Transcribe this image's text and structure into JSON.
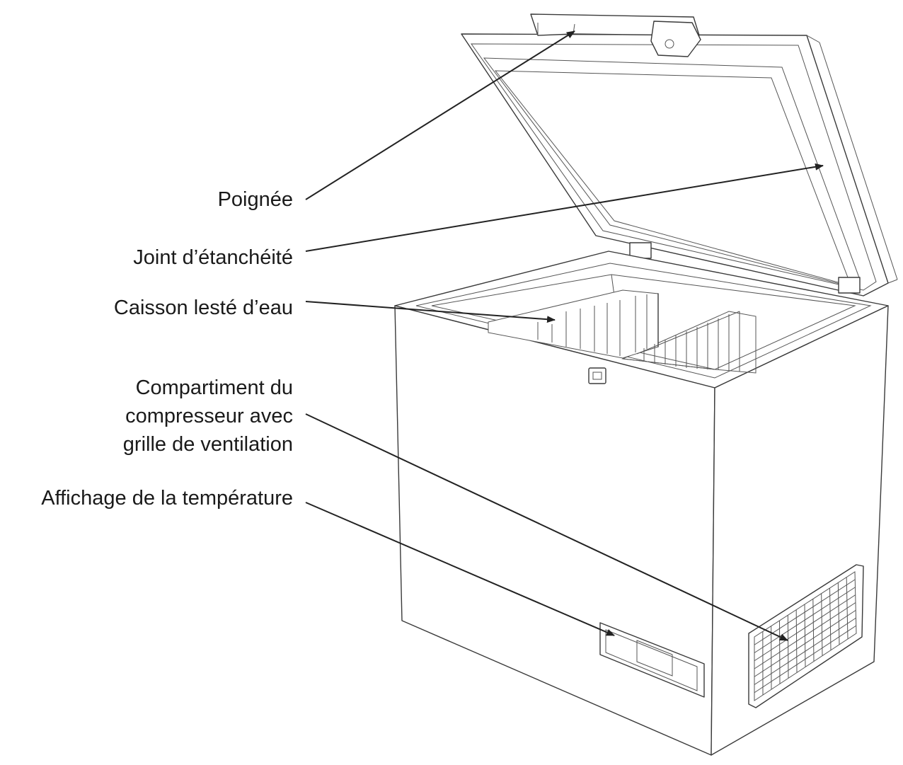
{
  "labels": {
    "handle": "Poignée",
    "seal": "Joint d’étanchéité",
    "ballast": "Caisson lesté d’eau",
    "compressor": [
      "Compartiment du",
      "compresseur avec",
      "grille de ventilation"
    ],
    "display": "Affichage de la température"
  },
  "colors": {
    "line": "#3a3a3a",
    "text": "#1a1a1a",
    "background": "#ffffff"
  }
}
